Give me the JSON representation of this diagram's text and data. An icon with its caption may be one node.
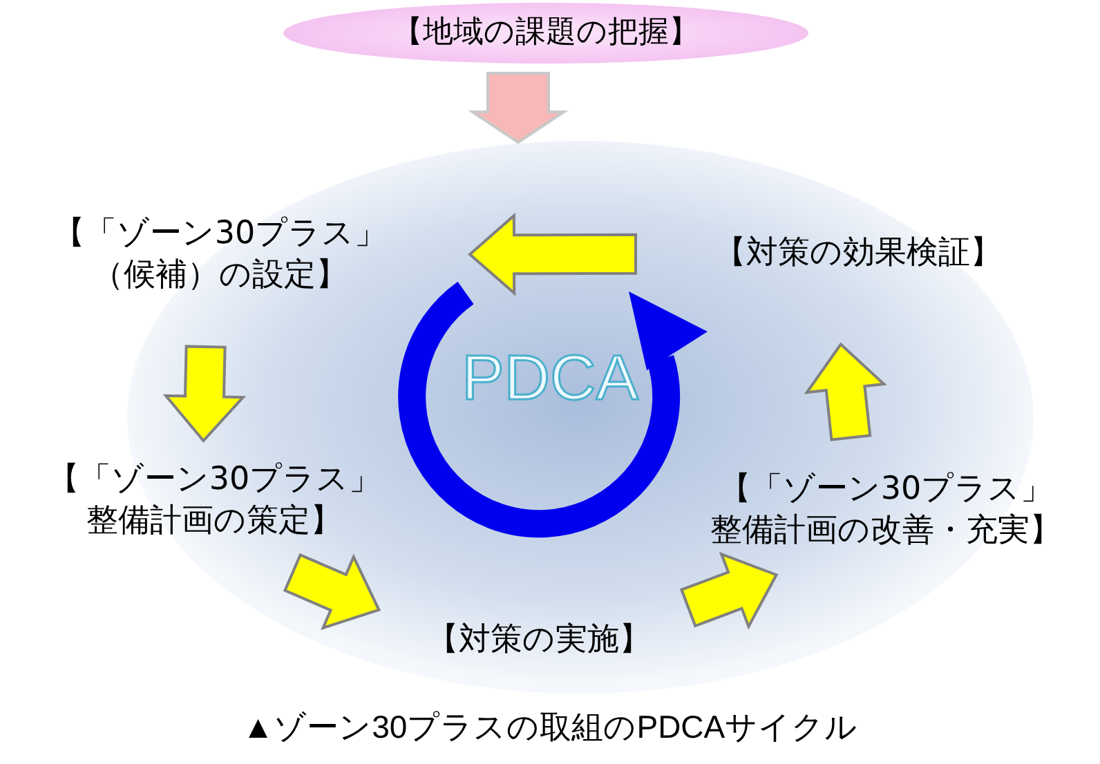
{
  "diagram": {
    "caption": "▲ゾーン30プラスの取組のPDCAサイクル",
    "nodes": [
      {
        "text": [
          "【地域の課題の把握】"
        ]
      },
      {
        "text": [
          "【「ゾーン30プラス」（候補）の設定】"
        ]
      },
      {
        "text": [
          "【「ゾーン30プラス」整備計画の策定】"
        ]
      },
      {
        "text": [
          "【対策の実施】"
        ]
      },
      {
        "text": [
          "【「ゾーン30プラス」整備計画の改善・充実】"
        ]
      },
      {
        "text": [
          "【対策の効果検証】"
        ]
      }
    ],
    "edges": [
      {
        "from": 0,
        "to": null,
        "arrow": "to",
        "color": "#f8b8b8"
      },
      {
        "from": 5,
        "to": 1,
        "arrow": "to"
      },
      {
        "from": 1,
        "to": 2,
        "arrow": "to"
      },
      {
        "from": 2,
        "to": 3,
        "arrow": "to"
      },
      {
        "from": 3,
        "to": 4,
        "arrow": "to"
      },
      {
        "from": 4,
        "to": 5,
        "arrow": "to"
      }
    ],
    "labels": [
      "PDCA"
    ]
  }
}
